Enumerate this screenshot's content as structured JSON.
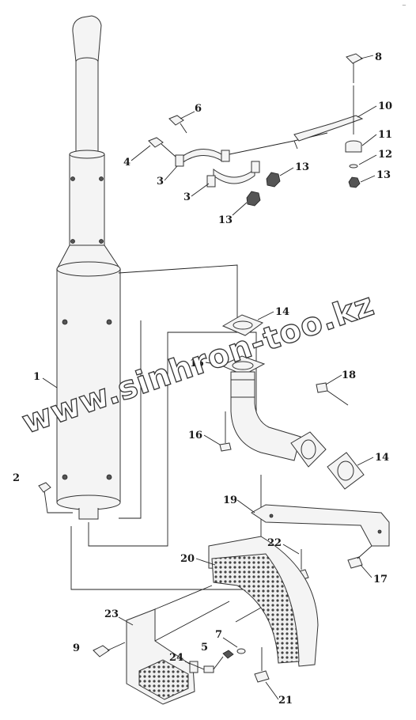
{
  "corner_mark": "~",
  "watermark": "www.sinhron-too.kz",
  "callouts": [
    "1",
    "2",
    "3",
    "3",
    "4",
    "5",
    "6",
    "7",
    "8",
    "9",
    "10",
    "11",
    "12",
    "13",
    "13",
    "13",
    "14",
    "14",
    "15",
    "16",
    "17",
    "18",
    "19",
    "20",
    "21",
    "22",
    "23",
    "24"
  ]
}
